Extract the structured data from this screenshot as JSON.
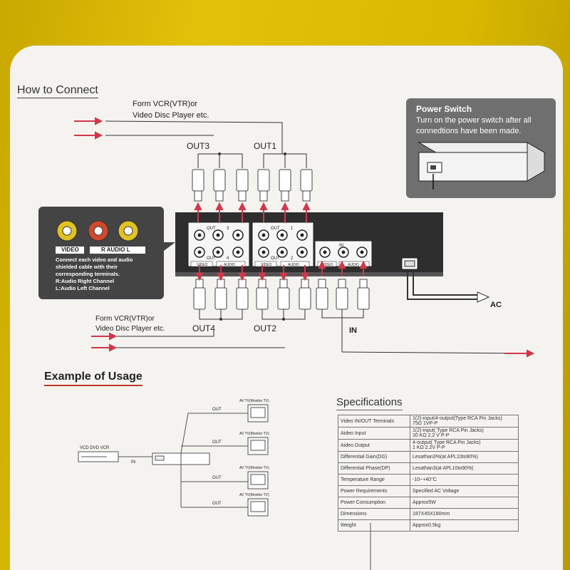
{
  "headings": {
    "how_to_connect": "How to Connect",
    "example": "Example of Usage",
    "specifications": "Specifications"
  },
  "sources": {
    "top_line1": "Form VCR(VTR)or",
    "top_line2": "Video Disc Player etc.",
    "bottom_line1": "Form VCR(VTR)or",
    "bottom_line2": "Video Disc Player etc."
  },
  "outputs": {
    "out3": "OUT3",
    "out1": "OUT1",
    "out4": "OUT4",
    "out2": "OUT2",
    "in": "IN"
  },
  "power_switch": {
    "title": "Power Switch",
    "line1": "Turn on the power switch after all",
    "line2": "connedtions have been made."
  },
  "legend": {
    "video": "VIDEO",
    "audio": "R AUDIO L",
    "note1": "Connect each video and audio",
    "note2": "shielded    cable    with   their",
    "note3": "corresponding terminals.",
    "note4": "R:Audio Right Channel",
    "note5": "L:Audio Left Channel"
  },
  "device": {
    "out_label": "OUT",
    "in_label": "IN",
    "video_label": "VIDEO",
    "audio_label": "AUDIO",
    "n3": "3",
    "n1": "1",
    "n4": "4",
    "n2": "2"
  },
  "ac": "AC",
  "usage": {
    "source": "VCD  DVD  VCR",
    "in": "IN",
    "out": "OUT",
    "tv": "AV TV(Monitor TV)"
  },
  "specs": [
    {
      "k": "Video IN/OUT Terminals",
      "v1": "1(2)-input/4-output(Type RCA Pin Jacks)",
      "v2": "75Ω  1VP-P"
    },
    {
      "k": "Aideo Input",
      "v1": "1(2)-input( Type  RCA  Pin  Jacks)",
      "v2": "20  KΩ  2.2 V  P-P"
    },
    {
      "k": "Aideo Output",
      "v1": "4-output( Type  RCA Pin Jacks)",
      "v2": "1  KΩ  2.2V  P-P"
    },
    {
      "k": "Differential Gain(DG)",
      "v1": "Lesathan3%(at APL10to90%)",
      "v2": ""
    },
    {
      "k": "Differential Phase(DP)",
      "v1": "Lesathan3(at APL10to90%)",
      "v2": ""
    },
    {
      "k": "Temperature Range",
      "v1": "-10~+40°C",
      "v2": ""
    },
    {
      "k": "Power Requirements",
      "v1": "Specified AC Voltage",
      "v2": ""
    },
    {
      "k": "Power Consumption",
      "v1": "Approx5W",
      "v2": ""
    },
    {
      "k": "Dimensions",
      "v1": "187X45X180mm",
      "v2": ""
    },
    {
      "k": "Weight",
      "v1": "Approx0.5kg",
      "v2": ""
    }
  ],
  "colors": {
    "arrow": "#d0374a",
    "box_yellow": "#e2c10a",
    "panel": "#f4f3ef",
    "dark": "#2e2e2e"
  }
}
